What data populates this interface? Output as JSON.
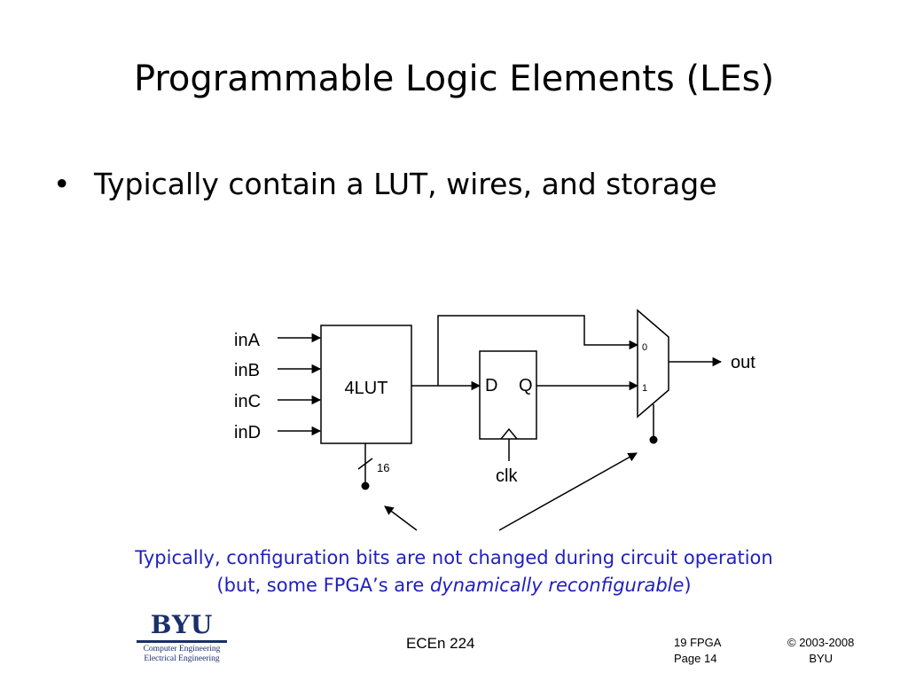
{
  "title": "Programmable Logic Elements (LEs)",
  "bullets": [
    {
      "marker": "•",
      "text": "Typically contain a LUT, wires, and storage"
    }
  ],
  "diagram": {
    "inputs": [
      "inA",
      "inB",
      "inC",
      "inD"
    ],
    "lut_label": "4LUT",
    "bus_width": "16",
    "ff_d": "D",
    "ff_q": "Q",
    "clock_label": "clk",
    "mux_in0": "0",
    "mux_in1": "1",
    "output_label": "out"
  },
  "note": {
    "line1": "Typically, configuration bits are not changed during circuit operation",
    "line2_prefix": "(but, some FPGA’s are ",
    "line2_emph": "dynamically reconfigurable",
    "line2_suffix": ")"
  },
  "logo": {
    "word": "BYU",
    "line1": "Computer Engineering",
    "line2": "Electrical Engineering"
  },
  "footer": {
    "course": "ECEn 224",
    "left_line1": "19 FPGA",
    "left_line2": "Page 14",
    "right_line1": "© 2003-2008",
    "right_line2": "BYU"
  }
}
